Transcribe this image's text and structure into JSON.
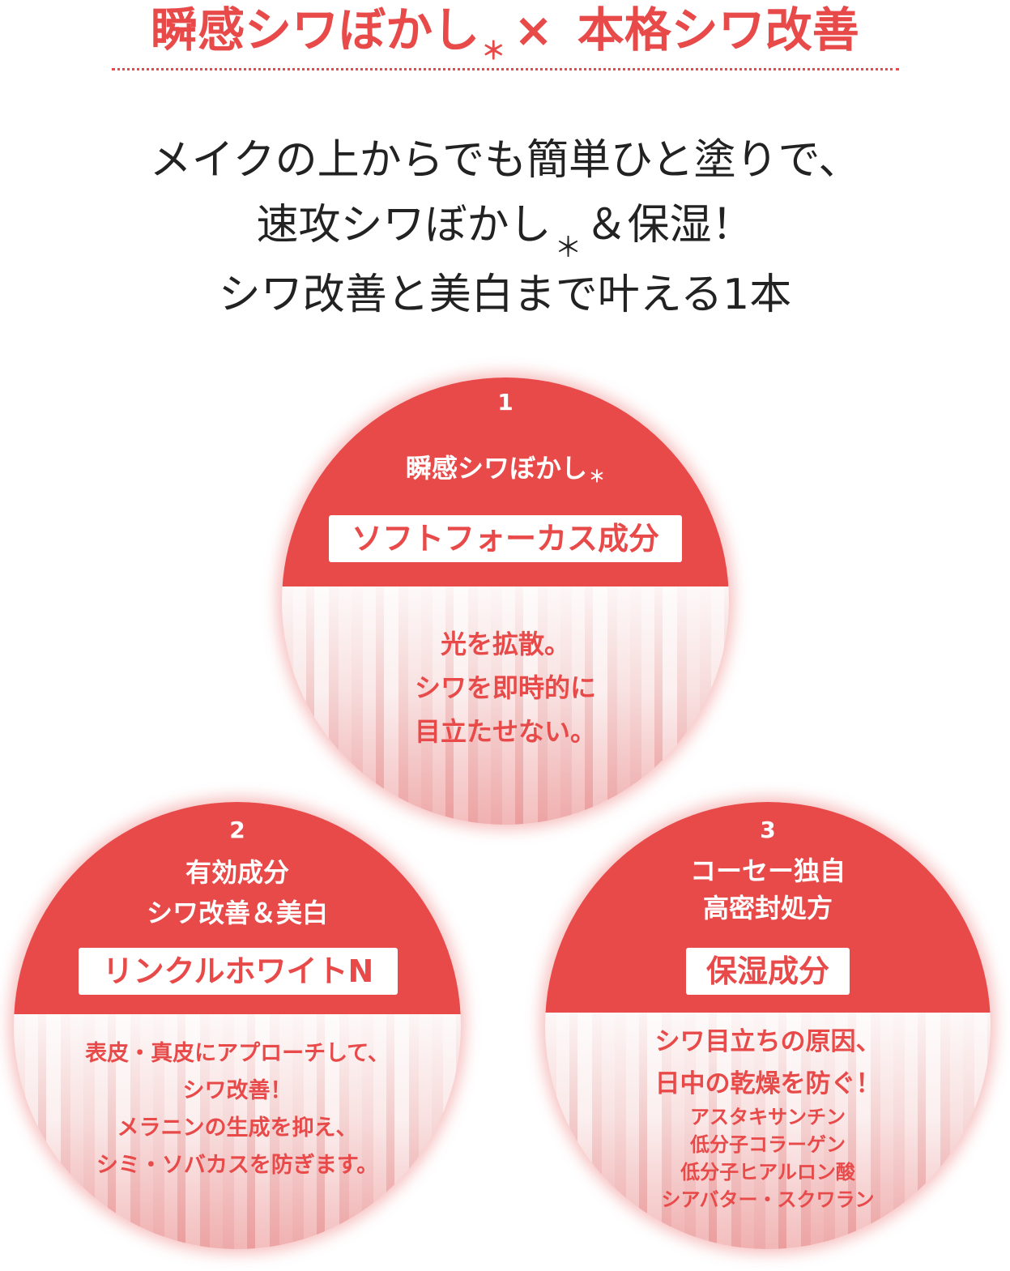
{
  "headline": {
    "part1": "瞬感シワぼかし",
    "asterisk": "＊",
    "times": "×",
    "part2": "本格シワ改善"
  },
  "intro": {
    "line1": "メイクの上からでも簡単ひと塗りで、",
    "line2a": "速攻シワぼかし",
    "line2_asterisk": "＊",
    "line2b": "＆保湿！",
    "line3": "シワ改善と美白まで叶える1本"
  },
  "features": [
    {
      "number": "1",
      "title": "瞬感シワぼかし",
      "title_asterisk": "＊",
      "label": "ソフトフォーカス成分",
      "desc": [
        "光を拡散。",
        "シワを即時的に",
        "目立たせない。"
      ]
    },
    {
      "number": "2",
      "title_lines": [
        "有効成分",
        "シワ改善＆美白"
      ],
      "label": "リンクルホワイトN",
      "desc": [
        "表皮・真皮にアプローチして、",
        "シワ改善！",
        "メラニンの生成を抑え、",
        "シミ・ソバカスを防ぎます。"
      ]
    },
    {
      "number": "3",
      "title_lines": [
        "コーセー独自",
        "高密封処方"
      ],
      "label": "保湿成分",
      "desc": [
        "シワ目立ちの原因、",
        "日中の乾燥を防ぐ！"
      ],
      "ingredients": [
        "アスタキサンチン",
        "低分子コラーゲン",
        "低分子ヒアルロン酸",
        "シアバター・スクワラン"
      ]
    }
  ],
  "colors": {
    "accent": "#e84a4a",
    "text": "#222222",
    "stripe_light": "#f8dede",
    "stripe_dark": "#eeb6b6"
  }
}
